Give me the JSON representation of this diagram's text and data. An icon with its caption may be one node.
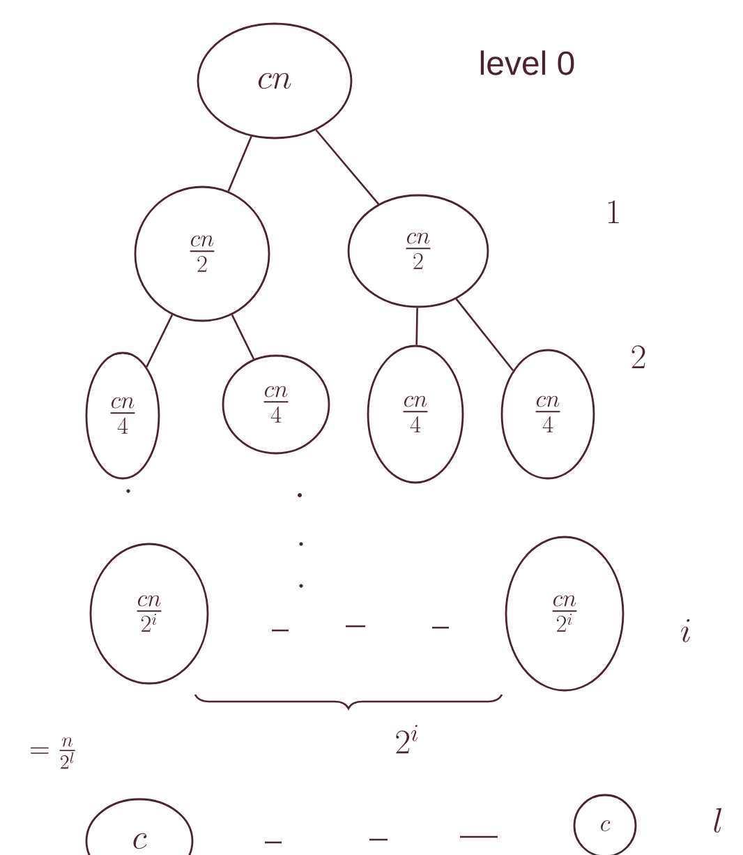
{
  "diagram": {
    "nodes": [
      {
        "text": [
          "cn"
        ]
      },
      {
        "text": [
          "\\frac{cn}{2}"
        ]
      },
      {
        "text": [
          "\\frac{cn}{2}"
        ]
      },
      {
        "text": [
          "\\frac{cn}{4}"
        ]
      },
      {
        "text": [
          "\\frac{cn}{4}"
        ]
      },
      {
        "text": [
          "\\frac{cn}{4}"
        ]
      },
      {
        "text": [
          "\\frac{cn}{4}"
        ]
      },
      {
        "text": [
          "\\frac{cn}{2^i}"
        ]
      },
      {
        "text": [
          "\\frac{cn}{2^i}"
        ]
      },
      {
        "text": [
          "c"
        ]
      },
      {
        "text": [
          "c"
        ]
      }
    ],
    "edges": [
      {
        "from": 0,
        "to": 1,
        "arrow": "none"
      },
      {
        "from": 0,
        "to": 2,
        "arrow": "none"
      },
      {
        "from": 1,
        "to": 3,
        "arrow": "none"
      },
      {
        "from": 1,
        "to": 4,
        "arrow": "none"
      },
      {
        "from": 2,
        "to": 5,
        "arrow": "none"
      },
      {
        "from": 2,
        "to": 6,
        "arrow": "none"
      }
    ],
    "labels": [
      "level 0",
      "1",
      "2",
      "i",
      "2^i",
      "= \\frac{n}{2^l}",
      "l"
    ]
  }
}
